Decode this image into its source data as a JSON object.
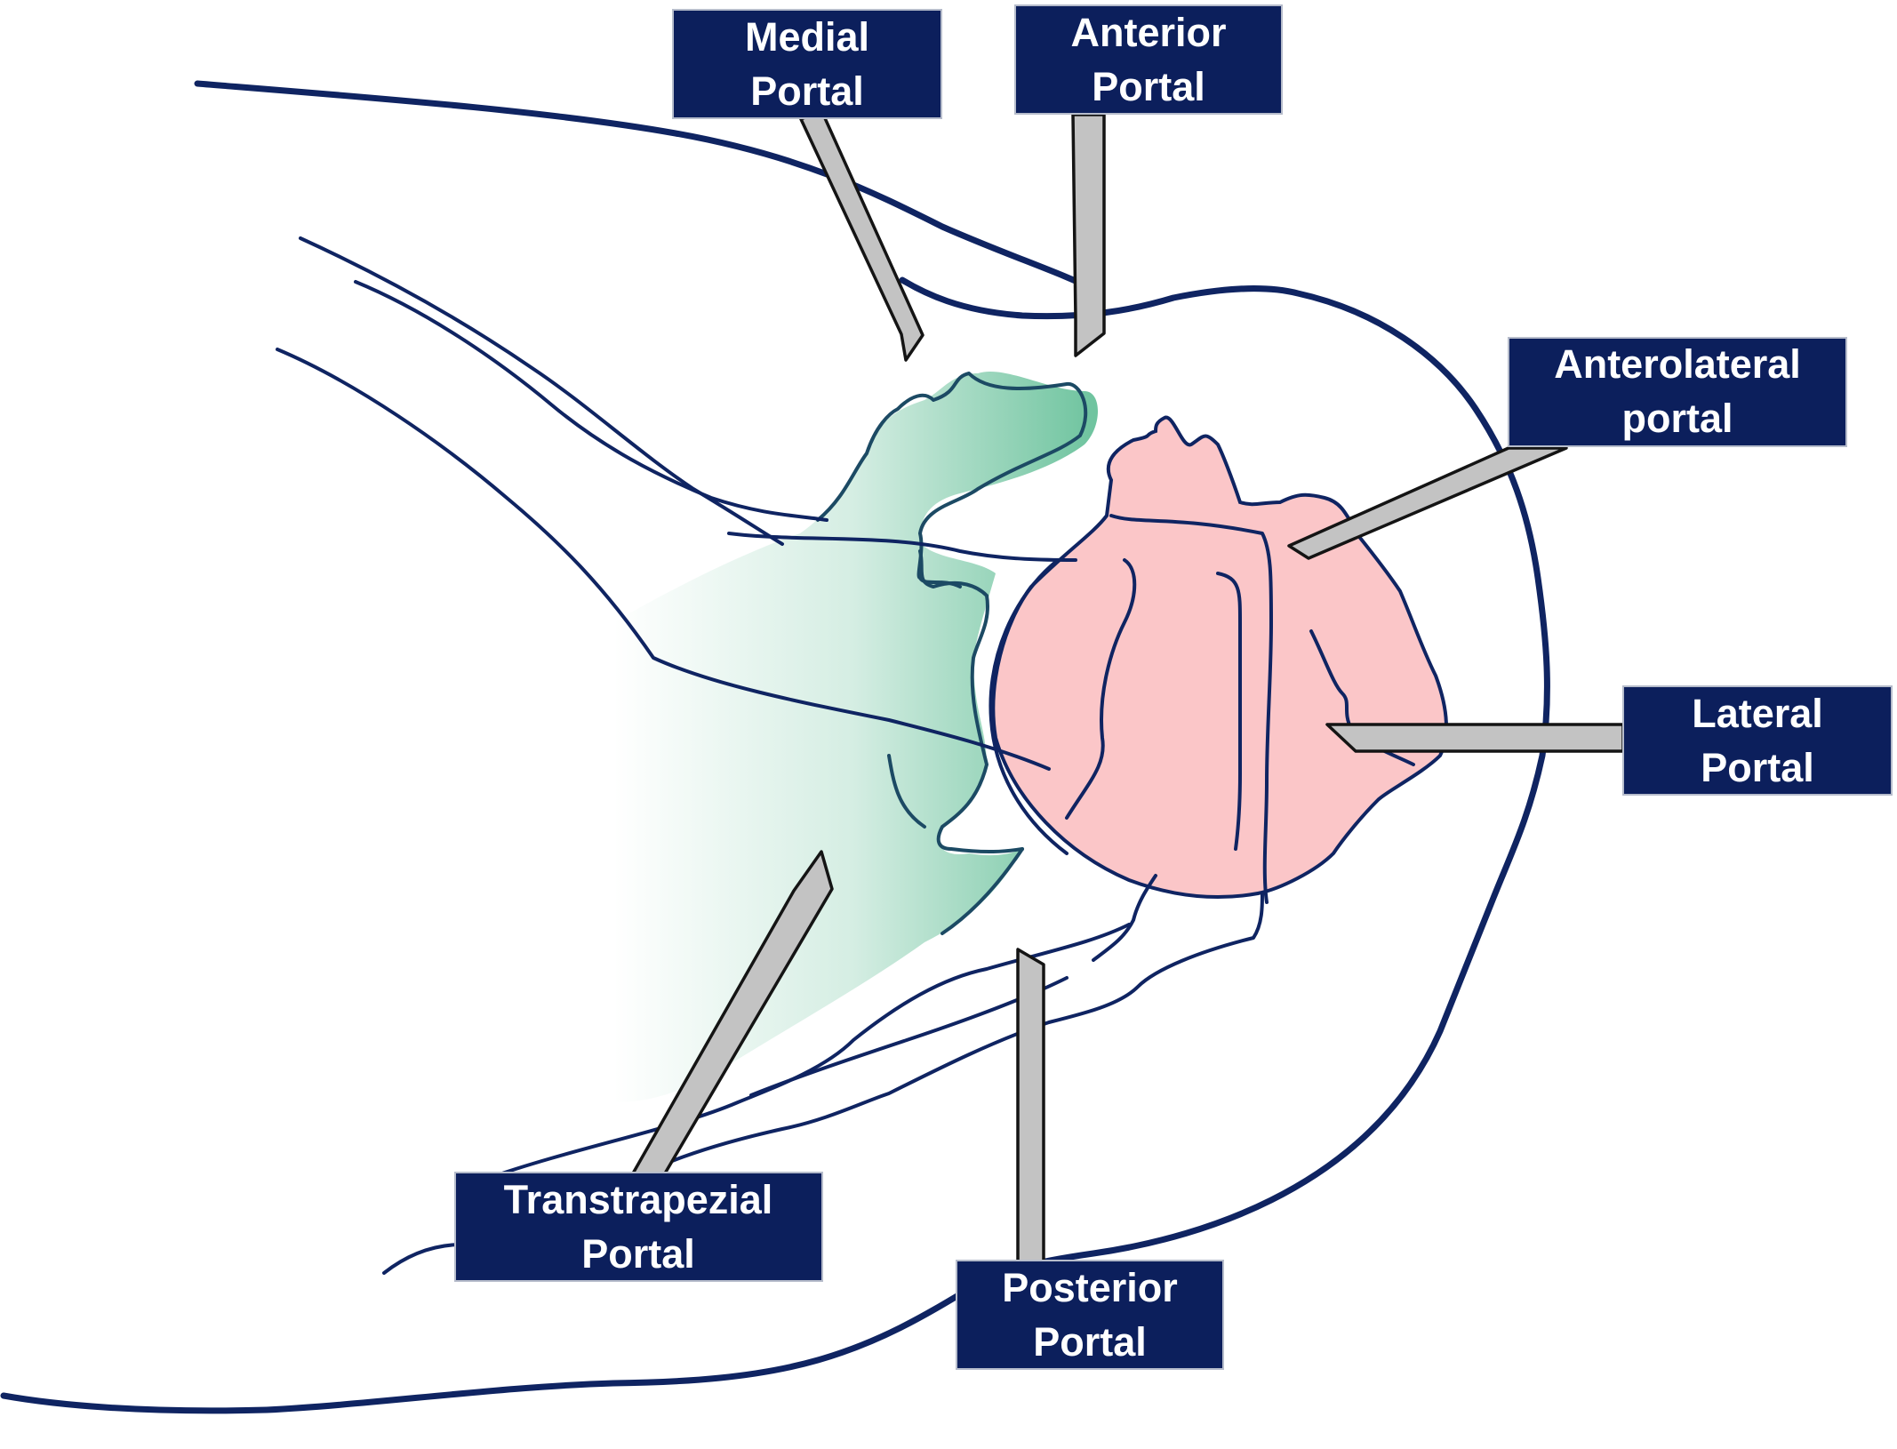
{
  "portals": {
    "medial": [
      "Medial",
      "Portal"
    ],
    "anterior": [
      "Anterior",
      "Portal"
    ],
    "anterolateral": [
      "Anterolateral",
      "portal"
    ],
    "lateral": [
      "Lateral",
      "Portal"
    ],
    "transtrapezial": [
      "Transtrapezial",
      "Portal"
    ],
    "posterior": [
      "Posterior",
      "Portal"
    ]
  },
  "colors": {
    "outline": "#0f2462",
    "label_background": "#0c1f5c",
    "label_text": "#ffffff",
    "humeral_head": "#fbc6c8",
    "scapula_gradient": "#3fb07f",
    "instrument": "#c3c3c3"
  }
}
